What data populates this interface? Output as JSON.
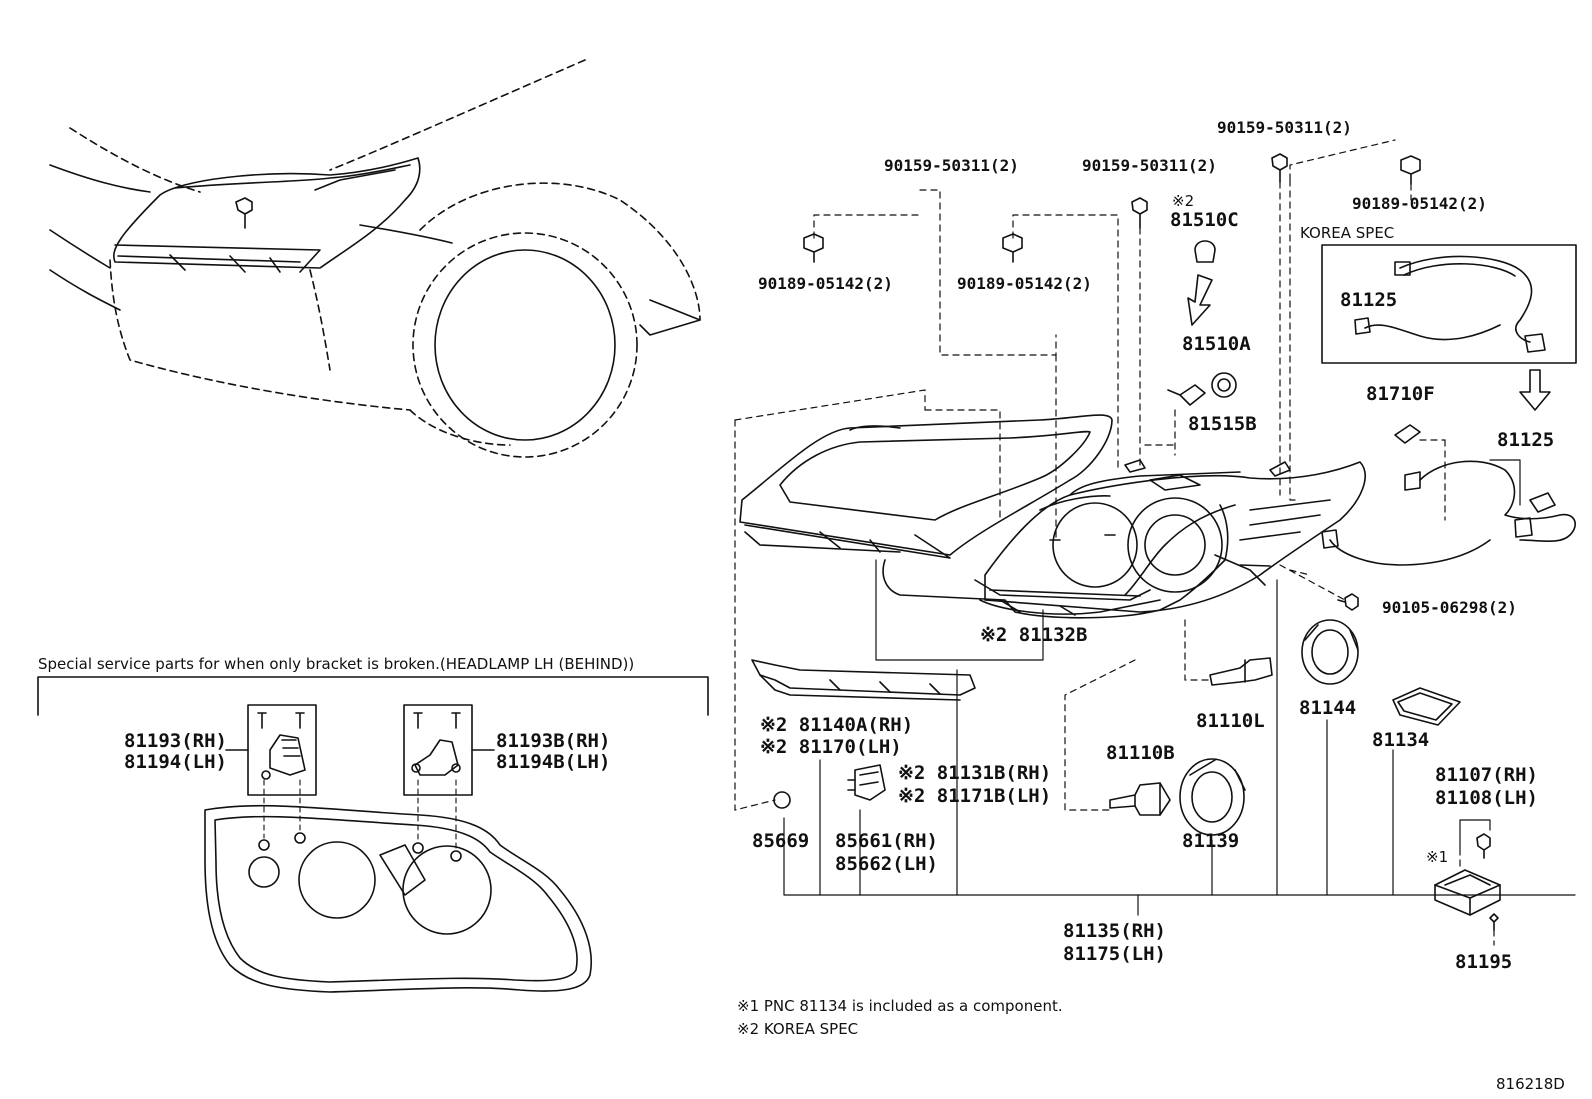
{
  "labels": {
    "p90159_a": "90159-50311(2)",
    "p90159_b": "90159-50311(2)",
    "p90159_c": "90159-50311(2)",
    "p90189_a": "90189-05142(2)",
    "p90189_b": "90189-05142(2)",
    "p90189_c": "90189-05142(2)",
    "mark_81510C": "※2",
    "p81510C": "81510C",
    "korea_spec": "KOREA SPEC",
    "p81125_box": "81125",
    "p81125": "81125",
    "p81510A": "81510A",
    "p81515B": "81515B",
    "p81710F": "81710F",
    "p81132B": "※2 81132B",
    "p90105": "90105-06298(2)",
    "p81110L": "81110L",
    "p81144": "81144",
    "p81134": "81134",
    "p81140A": "※2 81140A(RH)",
    "p81170": "※2 81170(LH)",
    "p81131B": "※2 81131B(RH)",
    "p81171B": "※2 81171B(LH)",
    "p81110B": "81110B",
    "p81107": "81107(RH)",
    "p81108": "81108(LH)",
    "mark_81107": "※1",
    "p85669": "85669",
    "p85661": "85661(RH)",
    "p85662": "85662(LH)",
    "p81139": "81139",
    "p81135": "81135(RH)",
    "p81175": "81175(LH)",
    "p81195": "81195",
    "p81193": "81193(RH)",
    "p81194": "81194(LH)",
    "p81193B": "81193B(RH)",
    "p81194B": "81194B(LH)"
  },
  "special_service_title": "Special service parts for when only bracket is broken.(HEADLAMP LH (BEHIND))",
  "footnotes": [
    "※1 PNC 81134 is included as a component.",
    "※2 KOREA SPEC"
  ],
  "diagram_ref": "816218D"
}
